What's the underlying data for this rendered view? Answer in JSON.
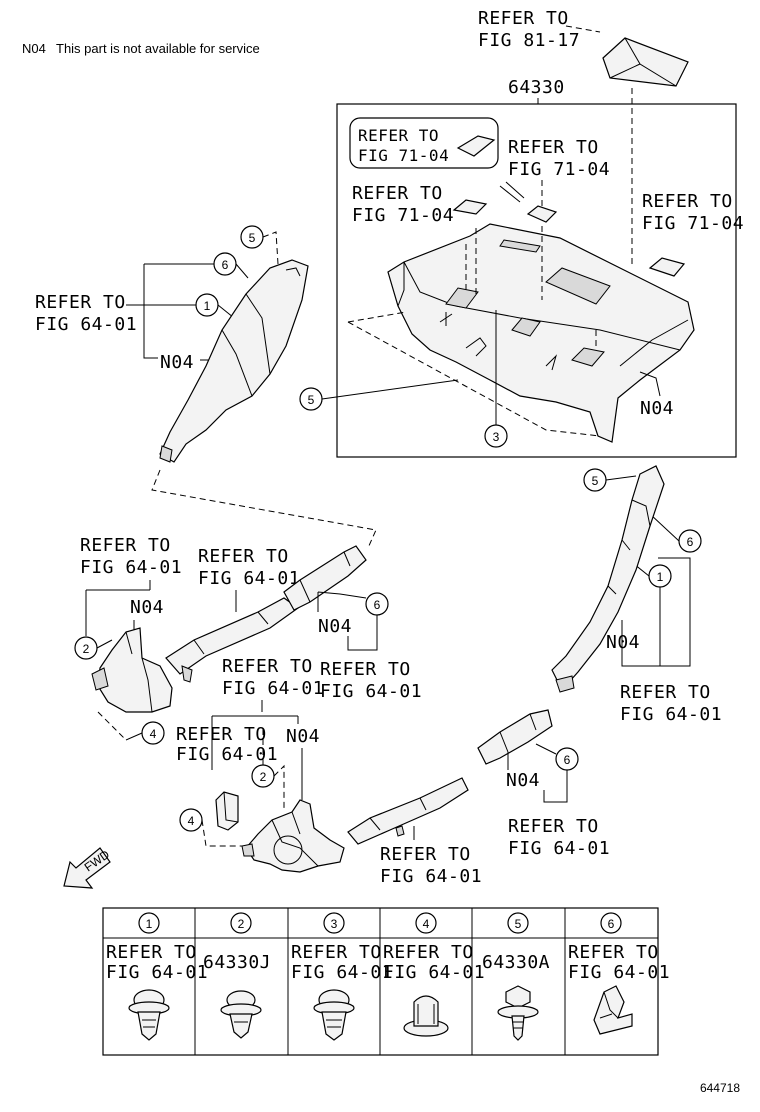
{
  "note": {
    "code": "N04",
    "text": "This part is not available for service"
  },
  "assembly_number": "64330",
  "refs": {
    "fig_81_17": [
      "REFER TO",
      "FIG 81-17"
    ],
    "fig_71_04_a": [
      "REFER TO",
      "FIG 71-04"
    ],
    "fig_71_04_b": [
      "REFER TO",
      "FIG 71-04"
    ],
    "fig_71_04_c": [
      "REFER TO",
      "FIG 71-04"
    ],
    "fig_71_04_d": [
      "REFER TO",
      "FIG 71-04"
    ],
    "fig_64_01_left_pillar": [
      "REFER TO",
      "FIG 64-01"
    ],
    "fig_64_01_left_box": [
      "REFER TO",
      "FIG 64-01"
    ],
    "fig_64_01_rear_sill": [
      "REFER TO",
      "FIG 64-01"
    ],
    "fig_64_01_upper_pillar": [
      "REFER TO",
      "FIG 64-01"
    ],
    "fig_64_01_mid_small": [
      "REFER TO",
      "FIG 64-01"
    ],
    "fig_64_01_mid_center": [
      "REFER TO",
      "FIG 64-01"
    ],
    "fig_64_01_right_pillar": [
      "REFER TO",
      "FIG 64-01"
    ],
    "fig_64_01_right_sill": [
      "REFER TO",
      "FIG 64-01"
    ],
    "fig_64_01_front_sill": [
      "REFER TO",
      "FIG 64-01"
    ]
  },
  "n04_labels": [
    "N04",
    "N04",
    "N04",
    "N04",
    "N04",
    "N04",
    "N04"
  ],
  "callouts": [
    "5",
    "6",
    "1",
    "5",
    "3",
    "5",
    "6",
    "1",
    "2",
    "4",
    "6",
    "2",
    "4",
    "6"
  ],
  "fwd_label": "FWD",
  "legend": {
    "numbers": [
      "1",
      "2",
      "3",
      "4",
      "5",
      "6"
    ],
    "cells": [
      [
        "REFER TO",
        "FIG 64-01"
      ],
      [
        "64330J"
      ],
      [
        "REFER TO",
        "FIG 64-01"
      ],
      [
        "REFER TO",
        "FIG 64-01"
      ],
      [
        "64330A"
      ],
      [
        "REFER TO",
        "FIG 64-01"
      ]
    ]
  },
  "figure_id": "644718"
}
